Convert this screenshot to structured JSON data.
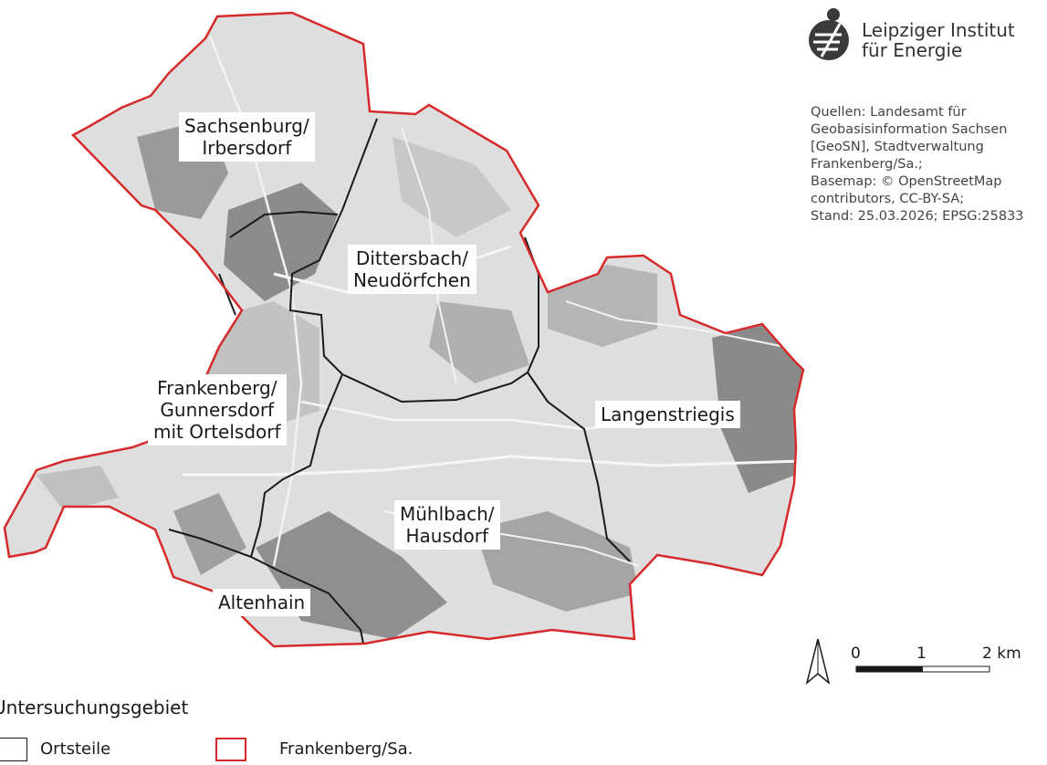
{
  "logo": {
    "text": "Leipziger Institut\nfür Energie",
    "icon": "lie-logo-icon"
  },
  "sources": "Quellen: Landesamt für\nGeobasisinformation Sachsen\n[GeoSN], Stadtverwaltung\nFrankenberg/Sa.;\nBasemap: © OpenStreetMap\ncontributors, CC-BY-SA;\nStand: 25.03.2026; EPSG:25833",
  "districts": [
    {
      "label": "Sachsenburg/\nIrbersdorf"
    },
    {
      "label": "Dittersbach/\nNeudörfchen"
    },
    {
      "label": "Frankenberg/\nGunnersdorf\nmit Ortelsdorf"
    },
    {
      "label": "Langenstriegis"
    },
    {
      "label": "Mühlbach/\nHausdorf"
    },
    {
      "label": "Altenhain"
    }
  ],
  "scale": {
    "ticks": [
      "0",
      "1",
      "2 km"
    ],
    "icon": "north-arrow-icon"
  },
  "legend": {
    "title": "Untersuchungsgebiet",
    "items": [
      {
        "label": "Ortsteile",
        "color": "#1a1a1a"
      },
      {
        "label": "Frankenberg/Sa.",
        "color": "#d62a2a"
      }
    ]
  },
  "colors": {
    "boundary": "#d62a2a",
    "district_lines": "#1a1a1a",
    "basemap_light": "#dcdcdc",
    "basemap_forest": "#8f8f8f"
  }
}
